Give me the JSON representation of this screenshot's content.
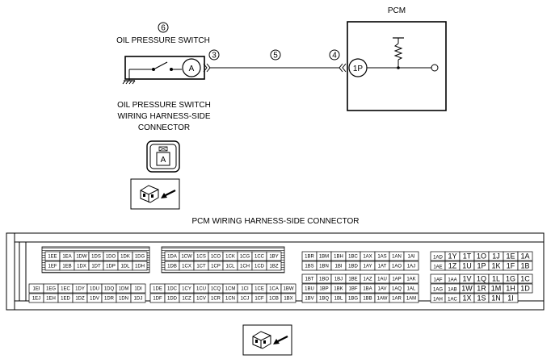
{
  "labels": {
    "pcm": "PCM",
    "oil_pressure_switch": "OIL PRESSURE SWITCH",
    "harness_connector_line1": "OIL PRESSURE SWITCH",
    "harness_connector_line2": "WIRING HARNESS-SIDE",
    "harness_connector_line3": "CONNECTOR",
    "pcm_connector_title": "PCM WIRING HARNESS-SIDE CONNECTOR",
    "switch_terminal": "A",
    "pcm_terminal": "1P",
    "connector_pin": "A"
  },
  "callouts": [
    "6",
    "3",
    "5",
    "4"
  ],
  "block1": [
    [
      "1EE",
      "1EA",
      "1DW",
      "1DS",
      "1DO",
      "1DK",
      "1DG"
    ],
    [
      "1EF",
      "1EB",
      "1DX",
      "1DT",
      "1DP",
      "1DL",
      "1DH"
    ],
    [
      "1EI",
      "1EG",
      "1EC",
      "1DY",
      "1DU",
      "1DQ",
      "1DM",
      "1DI"
    ],
    [
      "1EJ",
      "1EH",
      "1ED",
      "1DZ",
      "1DV",
      "1DR",
      "1DN",
      "1DJ"
    ]
  ],
  "block2": [
    [
      "1DA",
      "1CW",
      "1CS",
      "1CO",
      "1CK",
      "1CG",
      "1CC",
      "1BY"
    ],
    [
      "1DB",
      "1CX",
      "1CT",
      "1CP",
      "1CL",
      "1CH",
      "1CD",
      "1BZ"
    ],
    [
      "1DE",
      "1DC",
      "1CY",
      "1CU",
      "1CQ",
      "1CM",
      "1CI",
      "1CE",
      "1CA",
      "1BW"
    ],
    [
      "1DF",
      "1DD",
      "1CZ",
      "1CV",
      "1CR",
      "1CN",
      "1CJ",
      "1CF",
      "1CB",
      "1BX"
    ]
  ],
  "block3": [
    [
      "1BR",
      "1BM",
      "1BH",
      "1BC",
      "1AX",
      "1AS",
      "1AN",
      "1AI"
    ],
    [
      "1BS",
      "1BN",
      "1BI",
      "1BD",
      "1AY",
      "1AT",
      "1AO",
      "1AJ"
    ],
    [
      "1BT",
      "1BO",
      "1BJ",
      "1BE",
      "1AZ",
      "1AU",
      "1AP",
      "1AK"
    ],
    [
      "1BU",
      "1BP",
      "1BK",
      "1BF",
      "1BA",
      "1AV",
      "1AQ",
      "1AL"
    ],
    [
      "1BV",
      "1BQ",
      "1BL",
      "1BG",
      "1BB",
      "1AW",
      "1AR",
      "1AM"
    ]
  ],
  "block4": [
    [
      "1AD",
      "1Y",
      "1T",
      "1O",
      "1J",
      "1E",
      "1A"
    ],
    [
      "1AE",
      "1Z",
      "1U",
      "1P",
      "1K",
      "1F",
      "1B"
    ],
    [
      "1AF",
      "1AA",
      "1V",
      "1Q",
      "1L",
      "1G",
      "1C"
    ],
    [
      "1AG",
      "1AB",
      "1W",
      "1R",
      "1M",
      "1H",
      "1D"
    ],
    [
      "1AH",
      "1AC",
      "1X",
      "1S",
      "1N",
      "1I",
      ""
    ]
  ]
}
